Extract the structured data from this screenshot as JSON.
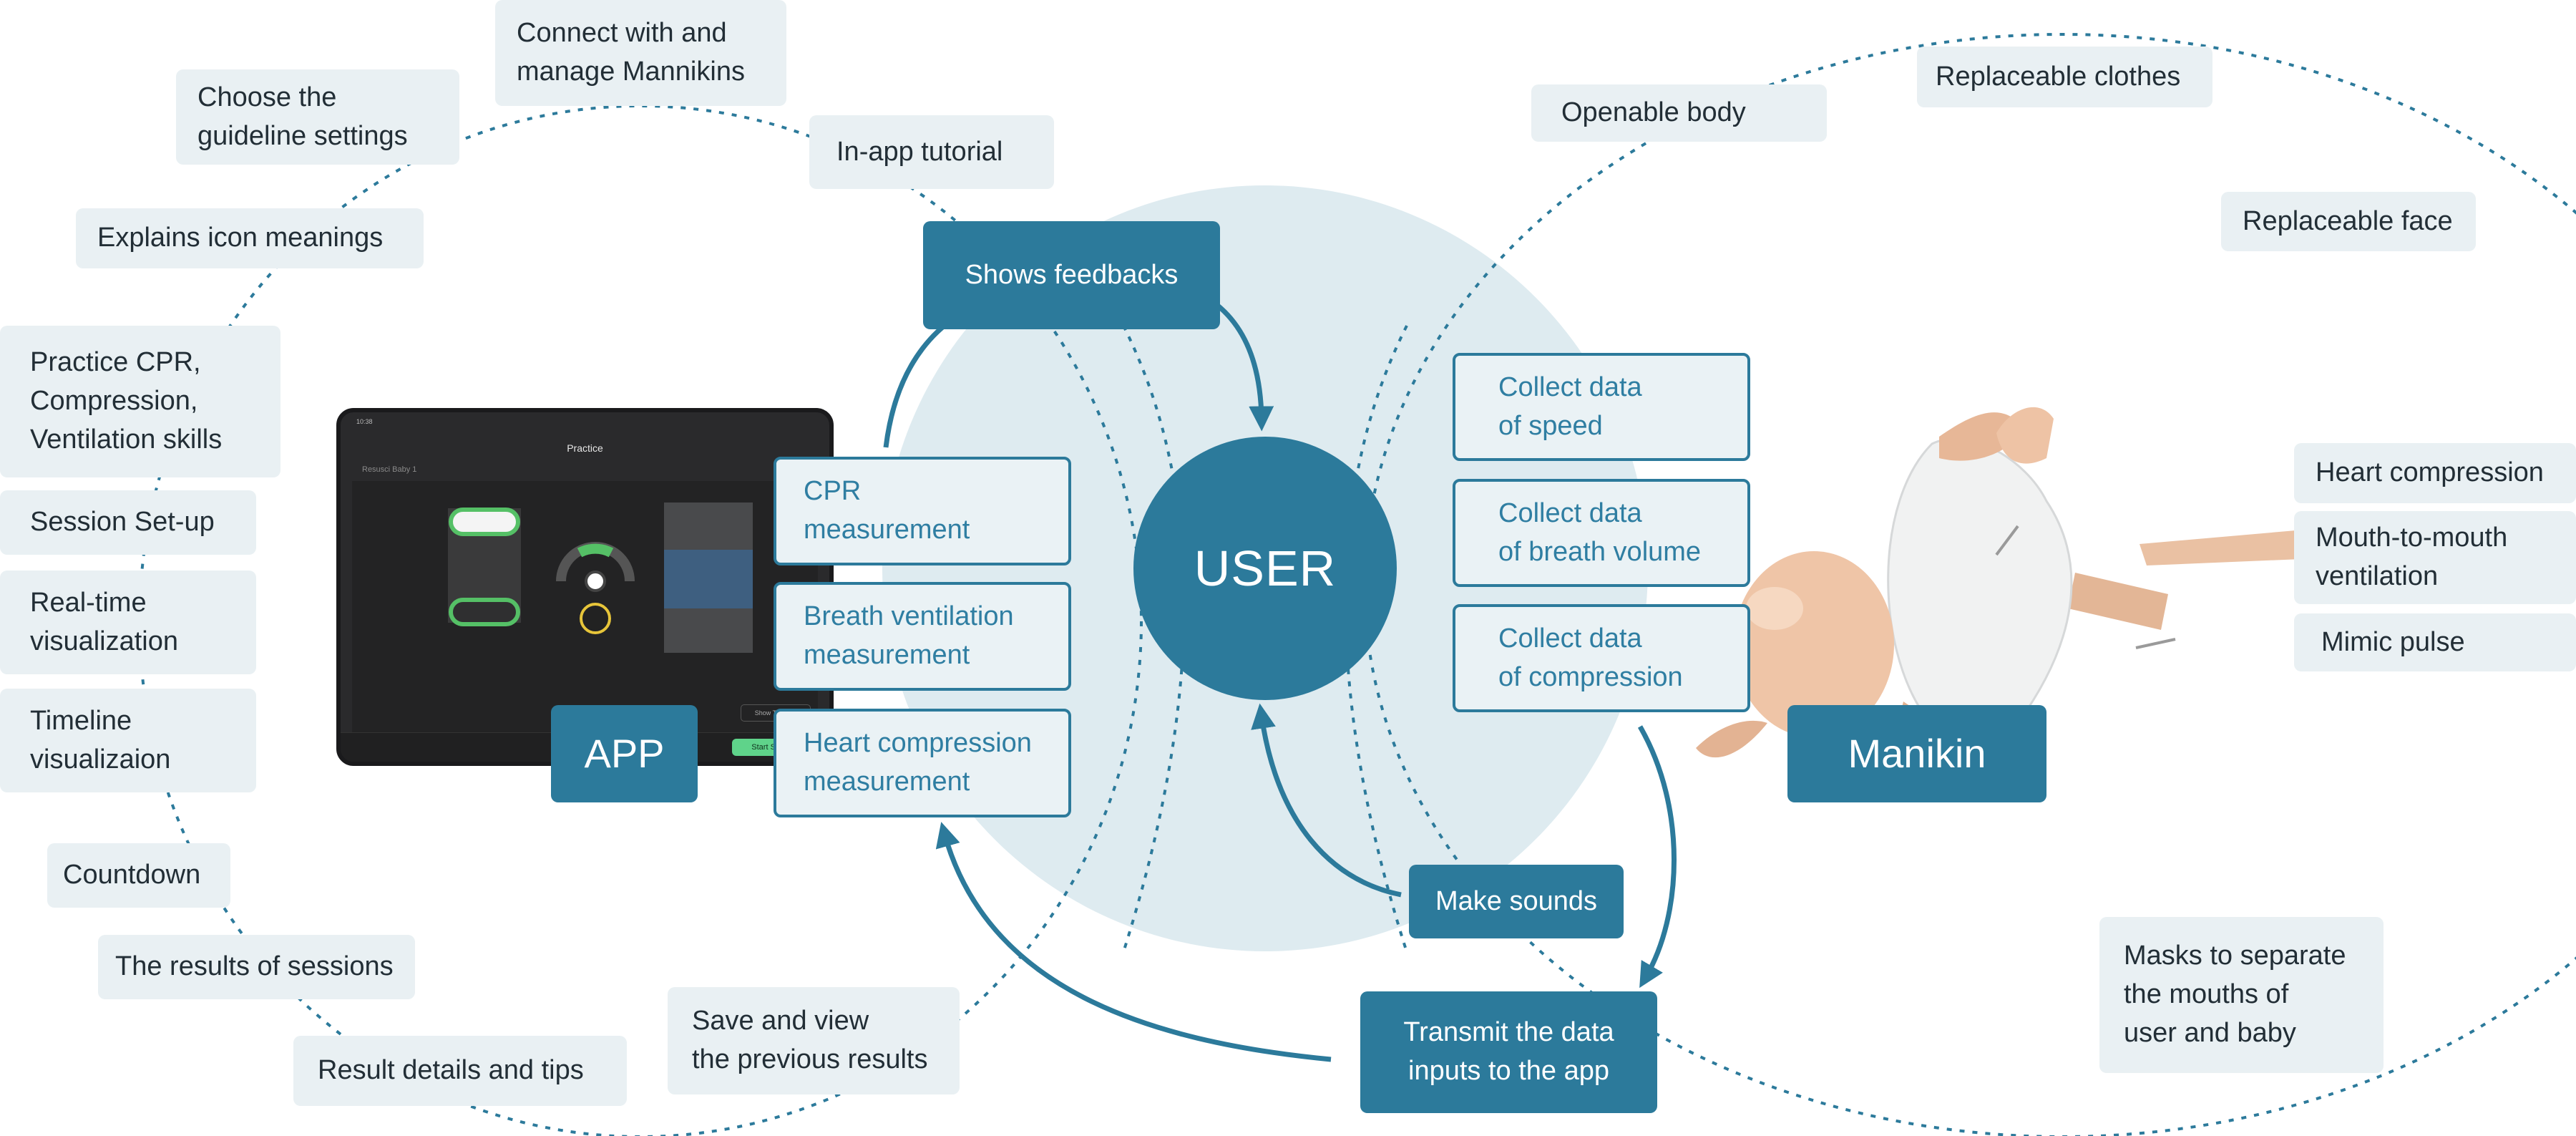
{
  "center": {
    "label": "USER"
  },
  "app_features": [
    {
      "id": "connect",
      "text": "Connect with and\nmanage Mannikins"
    },
    {
      "id": "guideline",
      "text": "Choose the\nguideline settings"
    },
    {
      "id": "icons",
      "text": "Explains icon meanings"
    },
    {
      "id": "practice",
      "text": "Practice CPR,\nCompression,\nVentilation skills"
    },
    {
      "id": "setup",
      "text": "Session Set-up"
    },
    {
      "id": "realtime",
      "text": "Real-time\nvisualization"
    },
    {
      "id": "timeline",
      "text": "Timeline\nvisualizaion"
    },
    {
      "id": "countdown",
      "text": "Countdown"
    },
    {
      "id": "results",
      "text": "The results of sessions"
    },
    {
      "id": "details",
      "text": "Result details and tips"
    },
    {
      "id": "tutorial",
      "text": "In-app tutorial"
    },
    {
      "id": "save",
      "text": "Save and view\nthe previous results"
    }
  ],
  "manikin_features": [
    {
      "id": "openable",
      "text": "Openable body"
    },
    {
      "id": "clothes",
      "text": "Replaceable clothes"
    },
    {
      "id": "face",
      "text": "Replaceable face"
    },
    {
      "id": "heart",
      "text": "Heart compression"
    },
    {
      "id": "mouth",
      "text": "Mouth-to-mouth\nventilation"
    },
    {
      "id": "pulse",
      "text": "Mimic pulse"
    },
    {
      "id": "masks",
      "text": "Masks to separate\nthe mouths of\nuser and baby"
    }
  ],
  "measurements": [
    {
      "id": "cpr",
      "text": "CPR\nmeasurement"
    },
    {
      "id": "breath",
      "text": "Breath ventilation\nmeasurement"
    },
    {
      "id": "heart",
      "text": "Heart compression\nmeasurement"
    }
  ],
  "data_collection": [
    {
      "id": "speed",
      "text": "Collect data\nof speed"
    },
    {
      "id": "breath",
      "text": "Collect data\nof breath volume"
    },
    {
      "id": "compression",
      "text": "Collect data\nof compression"
    }
  ],
  "actions": [
    {
      "id": "feedback",
      "text": "Shows feedbacks"
    },
    {
      "id": "sounds",
      "text": "Make sounds"
    },
    {
      "id": "transmit",
      "text": "Transmit the data\ninputs to the app"
    }
  ],
  "labels": {
    "app": "APP",
    "manikin": "Manikin"
  },
  "tablet_screen": {
    "title": "Practice",
    "session_name": "Resusci Baby 1",
    "status_time": "10:38",
    "show_timeline": "Show Timeline",
    "start_session": "Start Session"
  },
  "colors": {
    "primary": "#2c7a9b",
    "pale_blue_circle": "#deebf0",
    "feature_box": "#e9f0f3",
    "dotted_line": "#2c7a9b"
  }
}
